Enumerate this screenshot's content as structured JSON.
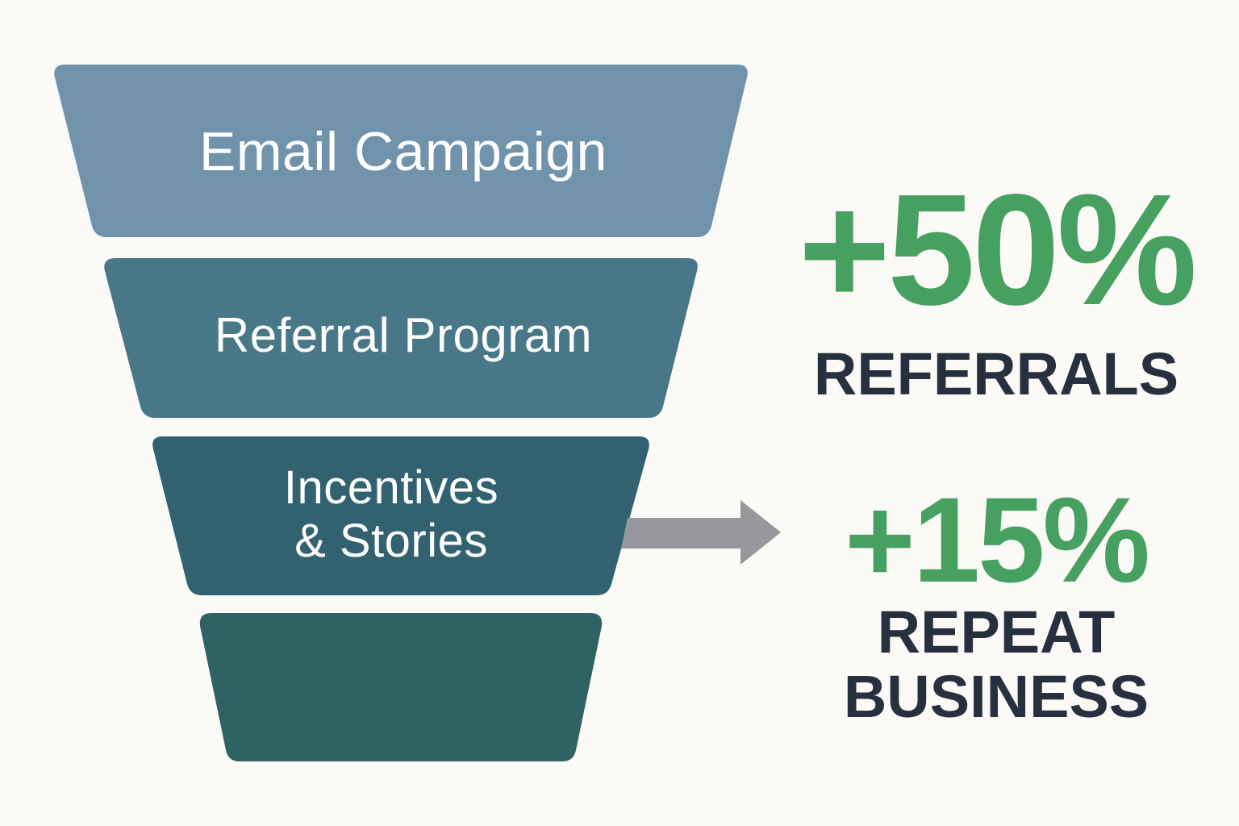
{
  "funnel": {
    "stages": [
      {
        "label": "Email Campaign",
        "color": "#7192ab"
      },
      {
        "label": "Referral Program",
        "color": "#487787"
      },
      {
        "label_line1": "Incentives",
        "label_line2": "& Stories",
        "color": "#326270"
      },
      {
        "label": "",
        "color": "#2f6363"
      }
    ],
    "arrow_color": "#97979c"
  },
  "stats": {
    "referrals": {
      "value": "+50%",
      "caption": "REFERRALS"
    },
    "repeat": {
      "value": "+15%",
      "caption_line1": "REPEAT",
      "caption_line2": "BUSINESS"
    }
  },
  "colors": {
    "accent_green": "#46a060",
    "caption_dark": "#27303e",
    "background": "#fbfaf6"
  }
}
